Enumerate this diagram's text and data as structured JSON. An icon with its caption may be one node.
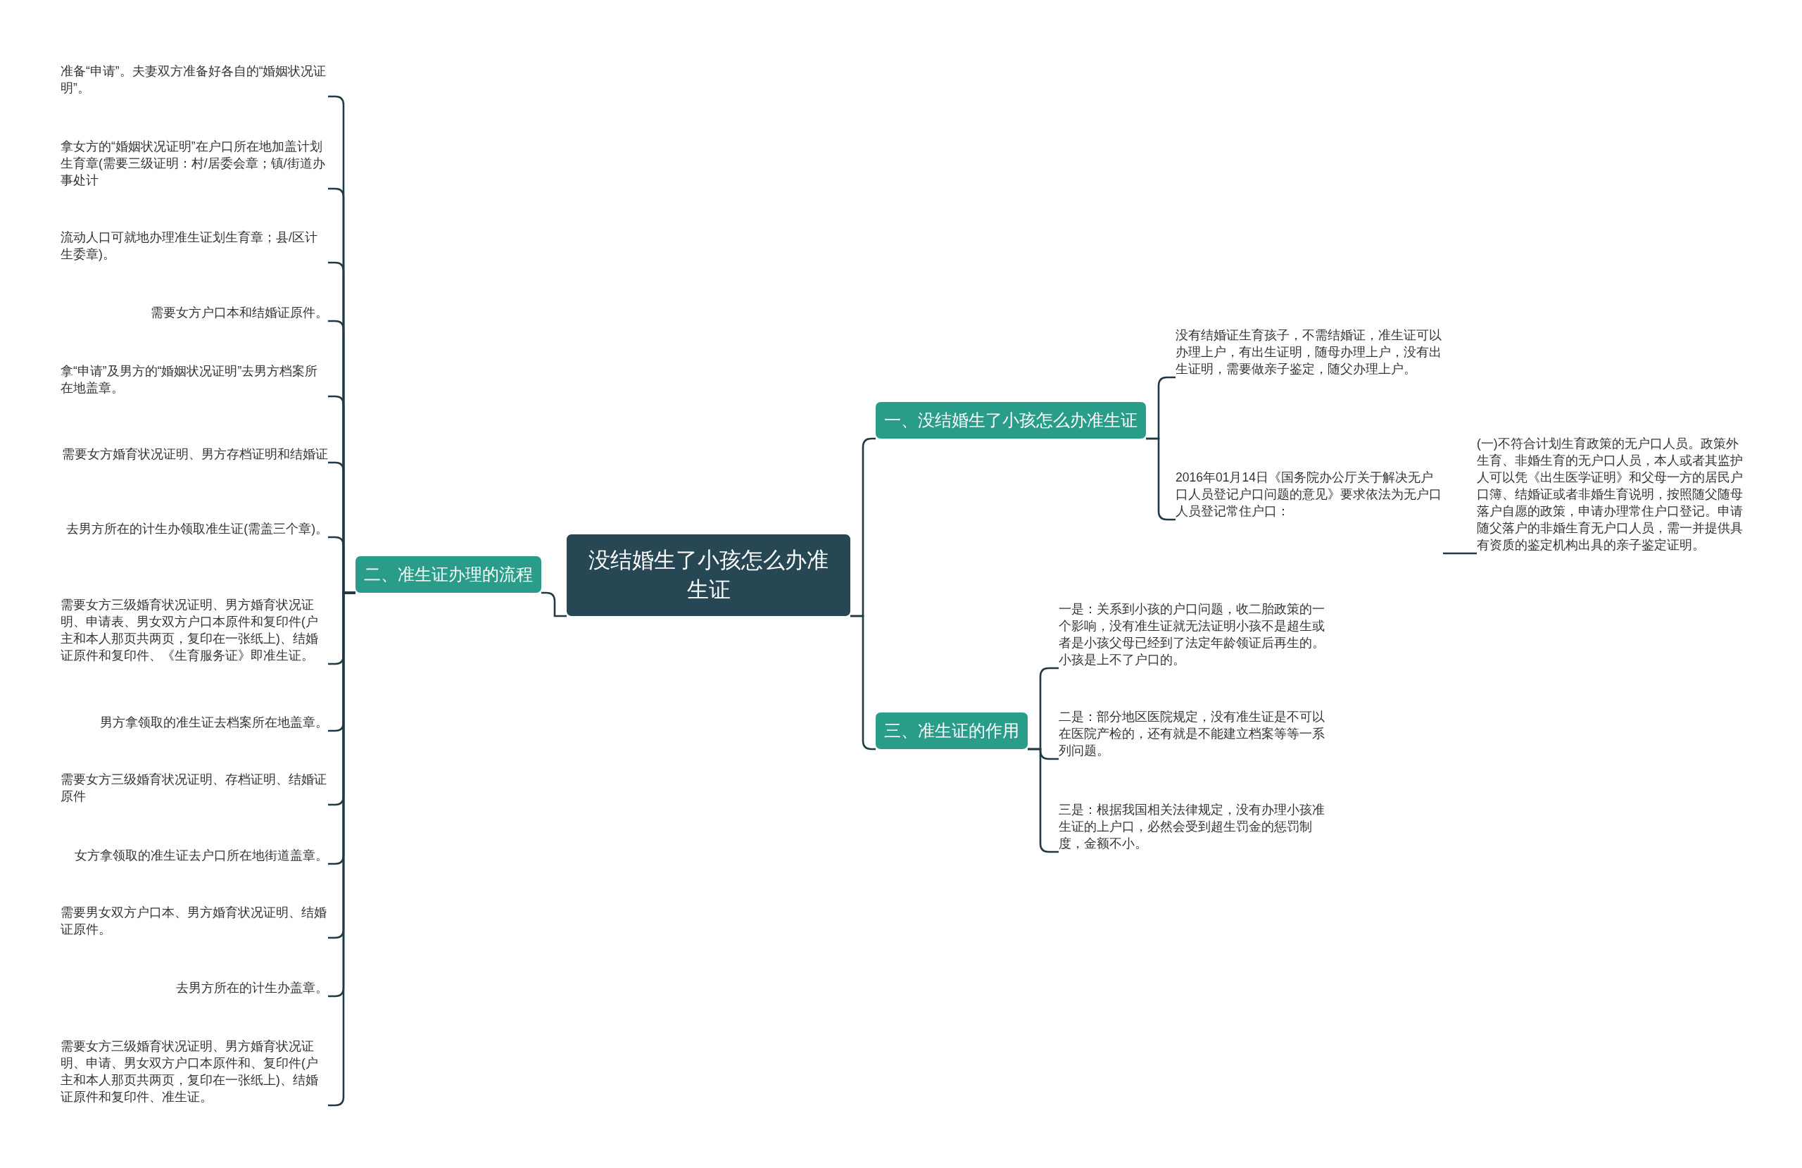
{
  "diagram": {
    "nodes": [
      {
        "text": [
          "没结婚生了小孩怎么办准生证"
        ]
      },
      {
        "text": [
          "一、没结婚生了小孩怎么办准生证"
        ]
      },
      {
        "text": [
          "没有结婚证生育孩子，不需结婚证，准生证可以办理上户，有出生证明，随母办理上户，没有出生证明，需要做亲子鉴定，随父办理上户。"
        ]
      },
      {
        "text": [
          "2016年01月14日《国务院办公厅关于解决无户口人员登记户口问题的意见》要求依法为无户口人员登记常住户口："
        ]
      },
      {
        "text": [
          "(一)不符合计划生育政策的无户口人员。政策外生育、非婚生育的无户口人员，本人或者其监护人可以凭《出生医学证明》和父母一方的居民户口簿、结婚证或者非婚生育说明，按照随父随母落户自愿的政策，申请办理常住户口登记。申请随父落户的非婚生育无户口人员，需一并提供具有资质的鉴定机构出具的亲子鉴定证明。"
        ]
      },
      {
        "text": [
          "二、准生证办理的流程"
        ]
      },
      {
        "text": [
          "准备“申请”。夫妻双方准备好各自的“婚姻状况证明”。"
        ]
      },
      {
        "text": [
          "拿女方的“婚姻状况证明”在户口所在地加盖计划生育章(需要三级证明：村/居委会章；镇/街道办事处计"
        ]
      },
      {
        "text": [
          "流动人口可就地办理准生证划生育章；县/区计生委章)。"
        ]
      },
      {
        "text": [
          "需要女方户口本和结婚证原件。"
        ]
      },
      {
        "text": [
          "拿“申请”及男方的“婚姻状况证明”去男方档案所在地盖章。"
        ]
      },
      {
        "text": [
          "需要女方婚育状况证明、男方存档证明和结婚证"
        ]
      },
      {
        "text": [
          "去男方所在的计生办领取准生证(需盖三个章)。"
        ]
      },
      {
        "text": [
          "需要女方三级婚育状况证明、男方婚育状况证明、申请表、男女双方户口本原件和复印件(户主和本人那页共两页，复印在一张纸上)、结婚证原件和复印件、《生育服务证》即准生证。"
        ]
      },
      {
        "text": [
          "男方拿领取的准生证去档案所在地盖章。"
        ]
      },
      {
        "text": [
          "需要女方三级婚育状况证明、存档证明、结婚证原件"
        ]
      },
      {
        "text": [
          "女方拿领取的准生证去户口所在地街道盖章。"
        ]
      },
      {
        "text": [
          "需要男女双方户口本、男方婚育状况证明、结婚证原件。"
        ]
      },
      {
        "text": [
          "去男方所在的计生办盖章。"
        ]
      },
      {
        "text": [
          "需要女方三级婚育状况证明、男方婚育状况证明、申请、男女双方户口本原件和、复印件(户主和本人那页共两页，复印在一张纸上)、结婚证原件和复印件、准生证。"
        ]
      },
      {
        "text": [
          "三、准生证的作用"
        ]
      },
      {
        "text": [
          "一是：关系到小孩的户口问题，收二胎政策的一个影响，没有准生证就无法证明小孩不是超生或者是小孩父母已经到了法定年龄领证后再生的。小孩是上不了户口的。"
        ]
      },
      {
        "text": [
          "二是：部分地区医院规定，没有准生证是不可以在医院产检的，还有就是不能建立档案等等一系列问题。"
        ]
      },
      {
        "text": [
          "三是：根据我国相关法律规定，没有办理小孩准生证的上户口，必然会受到超生罚金的惩罚制度，金额不小。"
        ]
      }
    ],
    "edges": [
      {
        "from": 0,
        "to": 1,
        "arrow": "none"
      },
      {
        "from": 1,
        "to": 2,
        "arrow": "none"
      },
      {
        "from": 1,
        "to": 3,
        "arrow": "none"
      },
      {
        "from": 3,
        "to": 4,
        "arrow": "none"
      },
      {
        "from": 0,
        "to": 5,
        "arrow": "none"
      },
      {
        "from": 5,
        "to": 6,
        "arrow": "none"
      },
      {
        "from": 5,
        "to": 7,
        "arrow": "none"
      },
      {
        "from": 5,
        "to": 8,
        "arrow": "none"
      },
      {
        "from": 5,
        "to": 9,
        "arrow": "none"
      },
      {
        "from": 5,
        "to": 10,
        "arrow": "none"
      },
      {
        "from": 5,
        "to": 11,
        "arrow": "none"
      },
      {
        "from": 5,
        "to": 12,
        "arrow": "none"
      },
      {
        "from": 5,
        "to": 13,
        "arrow": "none"
      },
      {
        "from": 5,
        "to": 14,
        "arrow": "none"
      },
      {
        "from": 5,
        "to": 15,
        "arrow": "none"
      },
      {
        "from": 5,
        "to": 16,
        "arrow": "none"
      },
      {
        "from": 5,
        "to": 17,
        "arrow": "none"
      },
      {
        "from": 5,
        "to": 18,
        "arrow": "none"
      },
      {
        "from": 5,
        "to": 19,
        "arrow": "none"
      },
      {
        "from": 0,
        "to": 20,
        "arrow": "none"
      },
      {
        "from": 20,
        "to": 21,
        "arrow": "none"
      },
      {
        "from": 20,
        "to": 22,
        "arrow": "none"
      },
      {
        "from": 20,
        "to": 23,
        "arrow": "none"
      }
    ]
  }
}
